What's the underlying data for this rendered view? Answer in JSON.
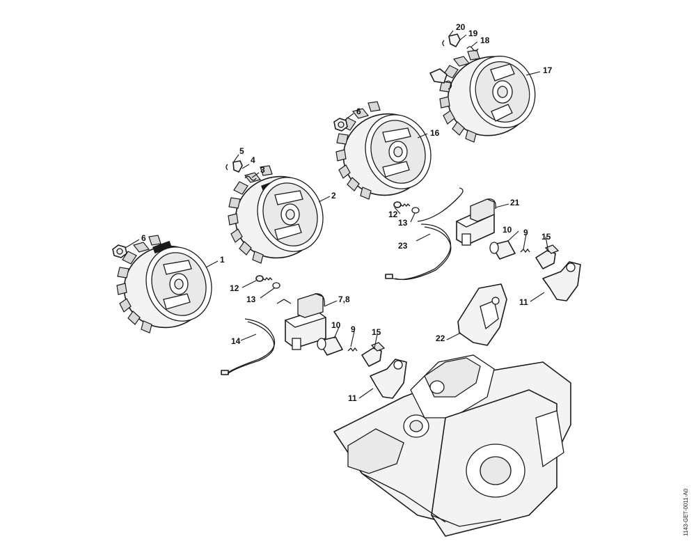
{
  "callouts": [
    "20",
    "19",
    "18",
    "17",
    "6",
    "16",
    "5",
    "4",
    "3",
    "2",
    "21",
    "12",
    "13",
    "10",
    "9",
    "15",
    "23",
    "6",
    "1",
    "12",
    "13",
    "7,8",
    "11",
    "10",
    "9",
    "15",
    "14",
    "22",
    "11"
  ],
  "document_id": "1143-GET-0011-A0"
}
